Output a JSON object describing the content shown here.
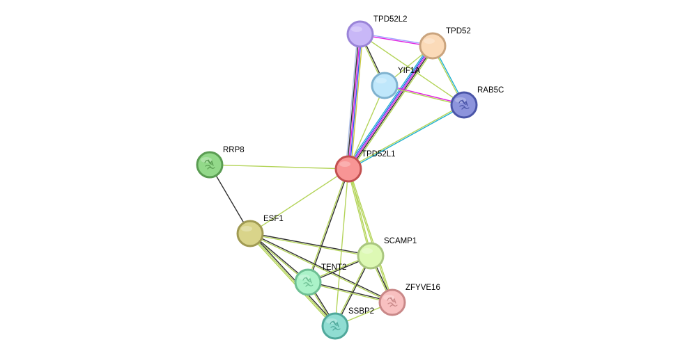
{
  "network": {
    "nodes": [
      {
        "id": "TPD52L2",
        "label": "TPD52L2",
        "fill": "#c8b7f7",
        "stroke": "#9a84d8",
        "icon": "none"
      },
      {
        "id": "TPD52",
        "label": "TPD52",
        "fill": "#fbdab8",
        "stroke": "#caa47e",
        "icon": "none"
      },
      {
        "id": "YIF1A",
        "label": "YIF1A",
        "fill": "#bfe7fb",
        "stroke": "#7fb2cf",
        "icon": "none"
      },
      {
        "id": "RAB5C",
        "label": "RAB5C",
        "fill": "#8d94dc",
        "stroke": "#4a55a8",
        "icon": "protein-structure-icon"
      },
      {
        "id": "RRP8",
        "label": "RRP8",
        "fill": "#93d98a",
        "stroke": "#5a9c52",
        "icon": "protein-structure-icon"
      },
      {
        "id": "TPD52L1",
        "label": "TPD52L1",
        "fill": "#f89595",
        "stroke": "#c25050",
        "icon": "none"
      },
      {
        "id": "ESF1",
        "label": "ESF1",
        "fill": "#d9d48a",
        "stroke": "#a09a52",
        "icon": "none"
      },
      {
        "id": "SCAMP1",
        "label": "SCAMP1",
        "fill": "#ddf9b4",
        "stroke": "#a9c67f",
        "icon": "none"
      },
      {
        "id": "TENT2",
        "label": "TENT2",
        "fill": "#aaf2c8",
        "stroke": "#6dbf93",
        "icon": "protein-structure-icon"
      },
      {
        "id": "ZFYVE16",
        "label": "ZFYVE16",
        "fill": "#f8c0c0",
        "stroke": "#c98888",
        "icon": "protein-structure-icon"
      },
      {
        "id": "SSBP2",
        "label": "SSBP2",
        "fill": "#90ddd2",
        "stroke": "#4fa89b",
        "icon": "protein-structure-icon"
      }
    ],
    "edges": [
      {
        "source": "TPD52L2",
        "target": "TPD52L1",
        "colors": [
          "#c8c840",
          "#3050f0",
          "#e020e0",
          "#303030",
          "#b0c0e8"
        ]
      },
      {
        "source": "TPD52L2",
        "target": "TPD52",
        "colors": [
          "#a0a0ff",
          "#e020e0"
        ]
      },
      {
        "source": "TPD52L2",
        "target": "YIF1A",
        "colors": [
          "#303030",
          "#b4d45a"
        ]
      },
      {
        "source": "TPD52L2",
        "target": "RAB5C",
        "colors": [
          "#b4d45a"
        ]
      },
      {
        "source": "TPD52",
        "target": "YIF1A",
        "colors": [
          "#b4d45a"
        ]
      },
      {
        "source": "TPD52",
        "target": "RAB5C",
        "colors": [
          "#20b0d0",
          "#b4d45a"
        ]
      },
      {
        "source": "TPD52",
        "target": "TPD52L1",
        "colors": [
          "#b4d45a",
          "#303030",
          "#e020e0",
          "#3050f0",
          "#20b0d0"
        ]
      },
      {
        "source": "YIF1A",
        "target": "RAB5C",
        "colors": [
          "#e020e0",
          "#b4d45a"
        ]
      },
      {
        "source": "YIF1A",
        "target": "TPD52L1",
        "colors": [
          "#b4d45a"
        ]
      },
      {
        "source": "RAB5C",
        "target": "TPD52L1",
        "colors": [
          "#20b0d0",
          "#b4d45a"
        ]
      },
      {
        "source": "RRP8",
        "target": "TPD52L1",
        "colors": [
          "#b4d45a"
        ]
      },
      {
        "source": "RRP8",
        "target": "ESF1",
        "colors": [
          "#303030"
        ]
      },
      {
        "source": "ESF1",
        "target": "TPD52L1",
        "colors": [
          "#b4d45a"
        ]
      },
      {
        "source": "TPD52L1",
        "target": "SCAMP1",
        "colors": [
          "#b4d45a",
          "#b4d45a"
        ]
      },
      {
        "source": "TPD52L1",
        "target": "ZFYVE16",
        "colors": [
          "#b4d45a",
          "#b4d45a"
        ]
      },
      {
        "source": "TPD52L1",
        "target": "TENT2",
        "colors": [
          "#303030",
          "#b4d45a"
        ]
      },
      {
        "source": "TPD52L1",
        "target": "SSBP2",
        "colors": [
          "#b4d45a"
        ]
      },
      {
        "source": "ESF1",
        "target": "SCAMP1",
        "colors": [
          "#303030",
          "#b4d45a"
        ]
      },
      {
        "source": "ESF1",
        "target": "TENT2",
        "colors": [
          "#303030",
          "#b4d45a"
        ]
      },
      {
        "source": "ESF1",
        "target": "SSBP2",
        "colors": [
          "#303030",
          "#b4d45a",
          "#b4d45a"
        ]
      },
      {
        "source": "ESF1",
        "target": "ZFYVE16",
        "colors": [
          "#303030",
          "#b4d45a"
        ]
      },
      {
        "source": "SCAMP1",
        "target": "TENT2",
        "colors": [
          "#303030",
          "#b4d45a"
        ]
      },
      {
        "source": "SCAMP1",
        "target": "SSBP2",
        "colors": [
          "#303030",
          "#b4d45a"
        ]
      },
      {
        "source": "SCAMP1",
        "target": "ZFYVE16",
        "colors": [
          "#303030",
          "#b4d45a"
        ]
      },
      {
        "source": "TENT2",
        "target": "ZFYVE16",
        "colors": [
          "#303030",
          "#b4d45a"
        ]
      },
      {
        "source": "TENT2",
        "target": "SSBP2",
        "colors": [
          "#303030",
          "#b4d45a"
        ]
      },
      {
        "source": "ZFYVE16",
        "target": "SSBP2",
        "colors": [
          "#b4d45a"
        ]
      }
    ]
  }
}
